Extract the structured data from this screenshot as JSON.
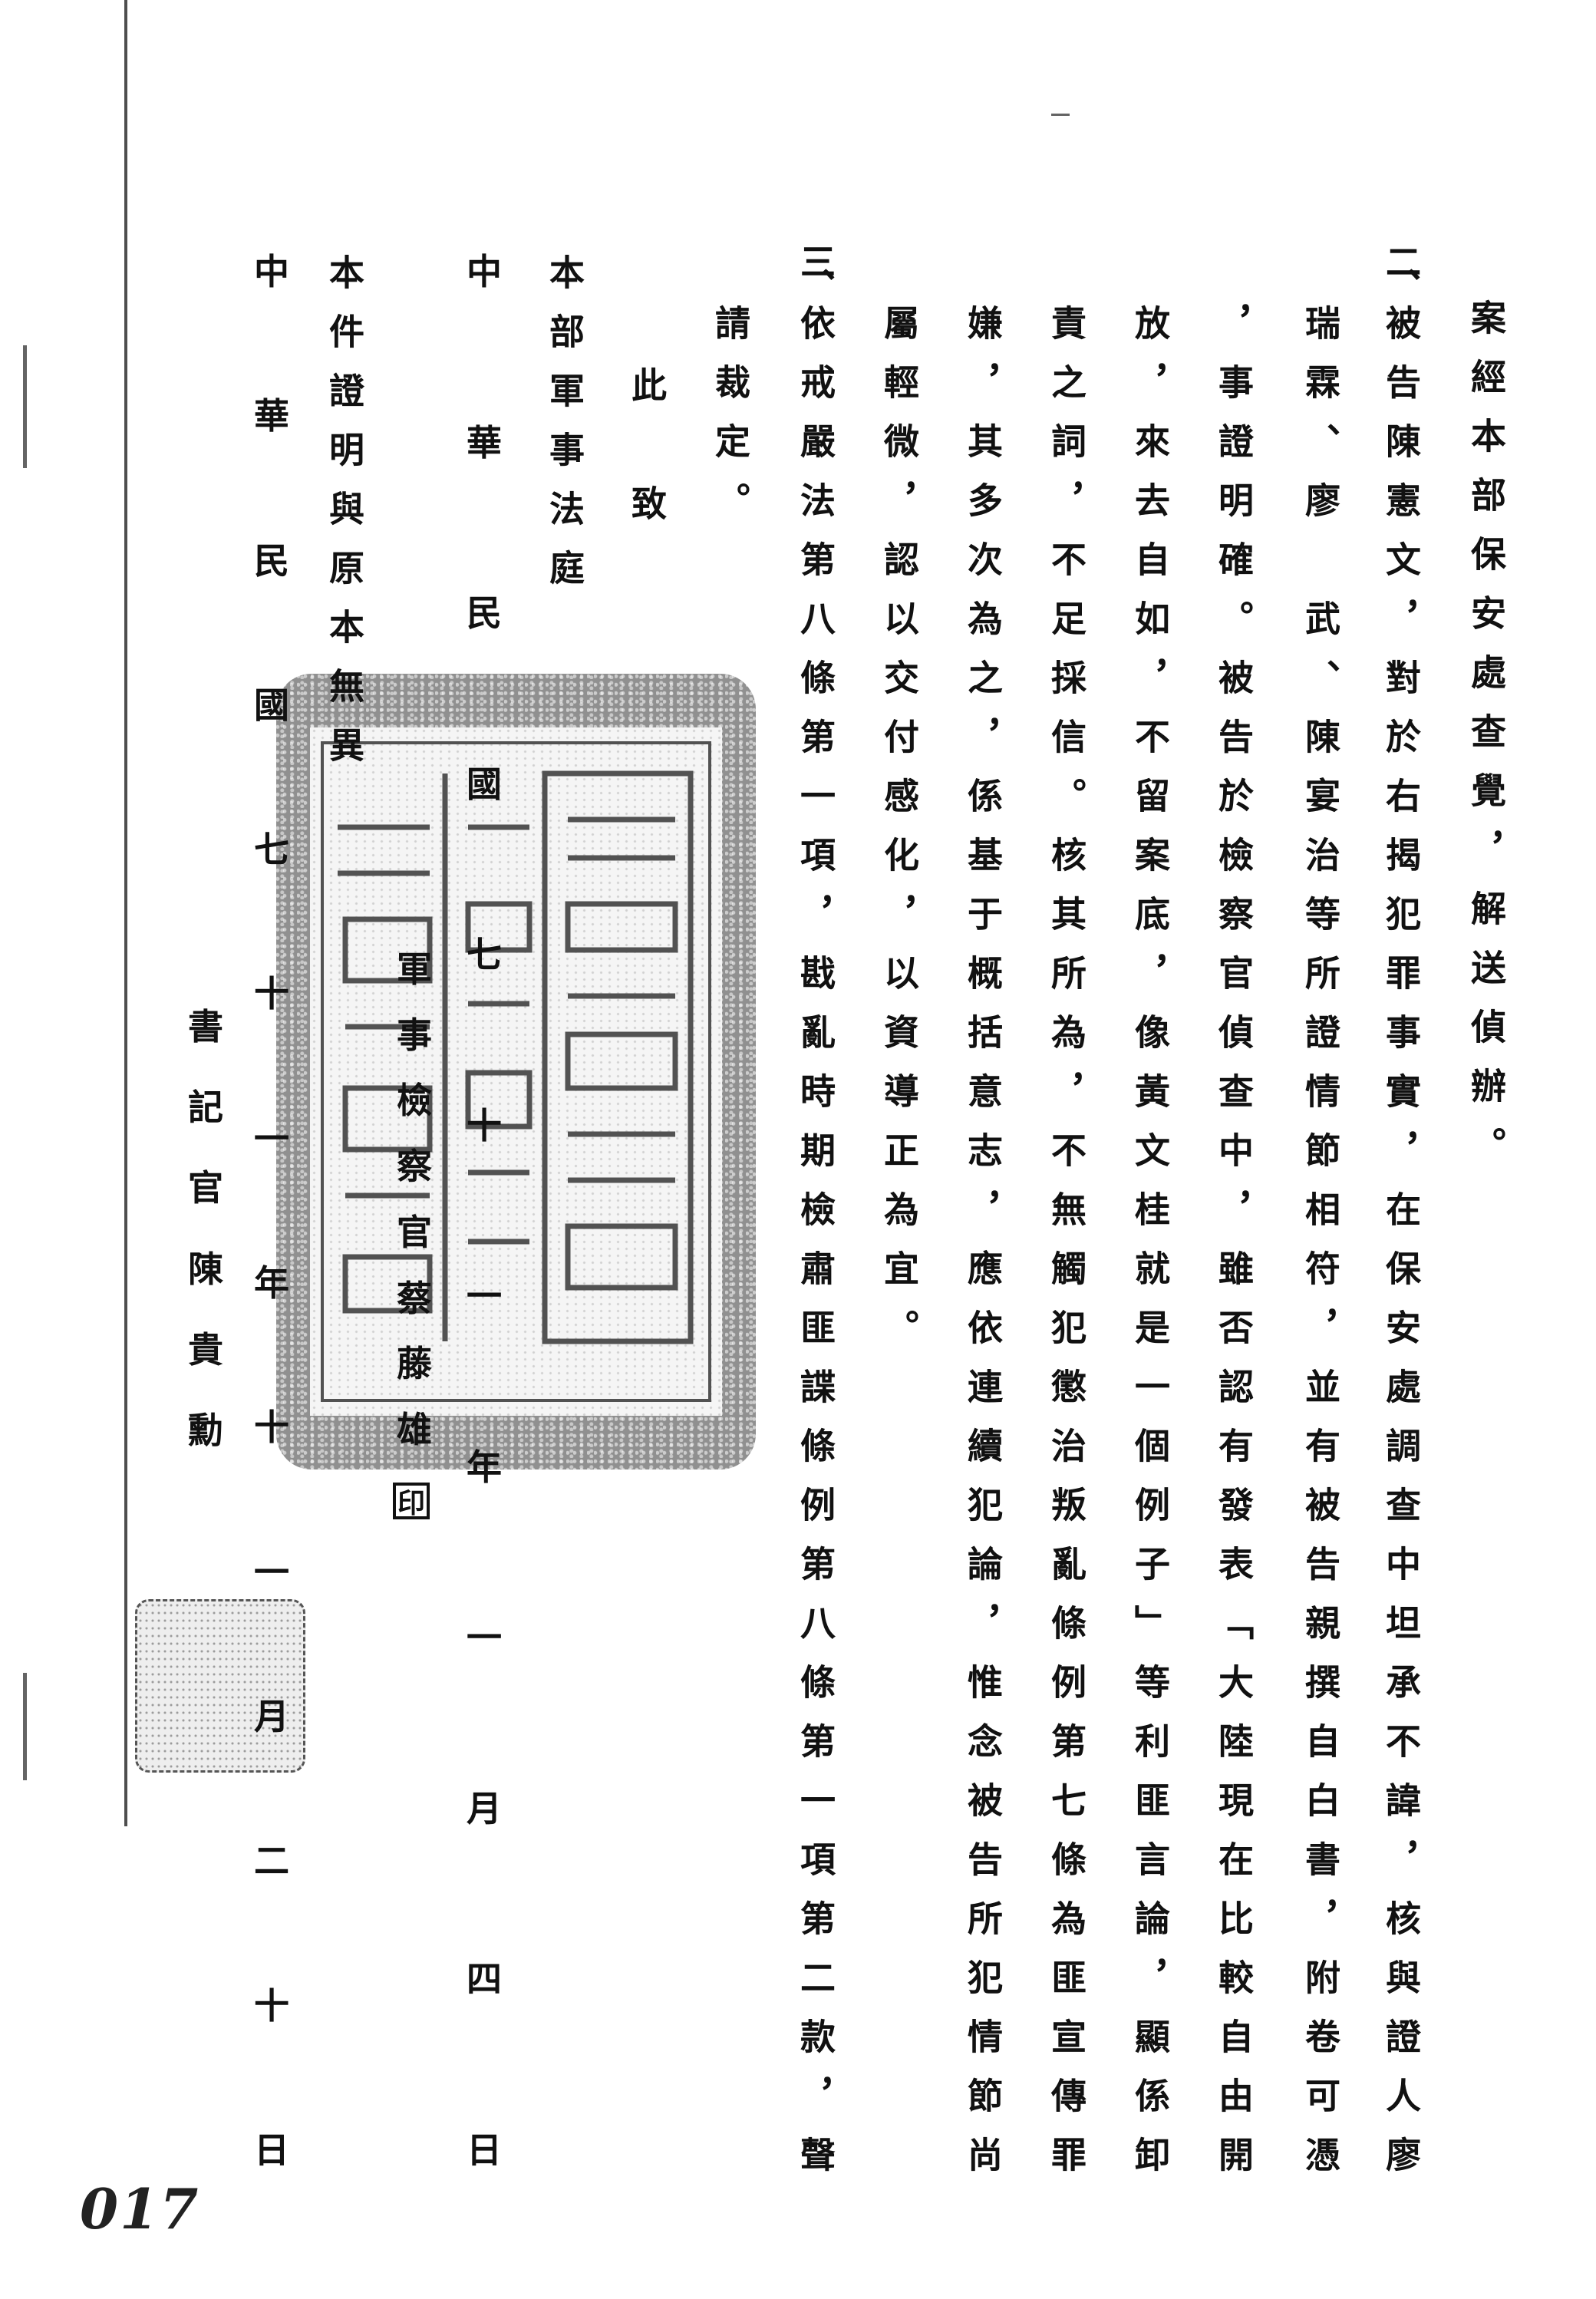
{
  "document": {
    "body_columns": [
      "案經本部保安處查覺，解送偵辦。",
      "被告陳憲文，對於右揭犯罪事實，在保安處調查中坦承不諱，核與證人廖",
      "瑞霖、廖　武、陳宴治等所證情節相符，並有被告親撰自白書，附卷可憑",
      "，事證明確。被告於檢察官偵查中，雖否認有發表「大陸現在比較自由開",
      "放，來去自如，不留案底，像黃文桂就是一個例子」等利匪言論，顯係卸",
      "責之詞，不足採信。核其所為，不無觸犯懲治叛亂條例第七條為匪宣傳罪",
      "嫌，其多次為之，係基于概括意志，應依連續犯論，惟念被告所犯情節尚",
      "屬輕微，認以交付感化，以資導正為宜。",
      "依戒嚴法第八條第一項，戡亂時期檢肅匪諜條例第八條第一項第二款，聲",
      "請裁定。"
    ],
    "section_two_marker": "二、",
    "section_three_marker": "三、",
    "salutation": "此　致",
    "addressee": "本部軍事法庭",
    "date_filed": [
      "中",
      "華",
      "民",
      "國",
      "七",
      "十",
      "一",
      "年",
      "一",
      "月",
      "四",
      "日"
    ],
    "prosecutor_signature": [
      "軍",
      "事",
      "檢",
      "察",
      "官",
      "蔡",
      "藤",
      "雄"
    ],
    "prosecutor_seal": "印",
    "certification": "本件證明與原本無異",
    "date_certified": [
      "中",
      "華",
      "民",
      "國",
      "七",
      "十",
      "一",
      "年",
      "十",
      "一",
      "月",
      "二",
      "十",
      "日"
    ],
    "clerk_signature": [
      "書",
      "記",
      "官",
      "陳",
      "貴",
      "勳"
    ],
    "page_number": "017"
  }
}
